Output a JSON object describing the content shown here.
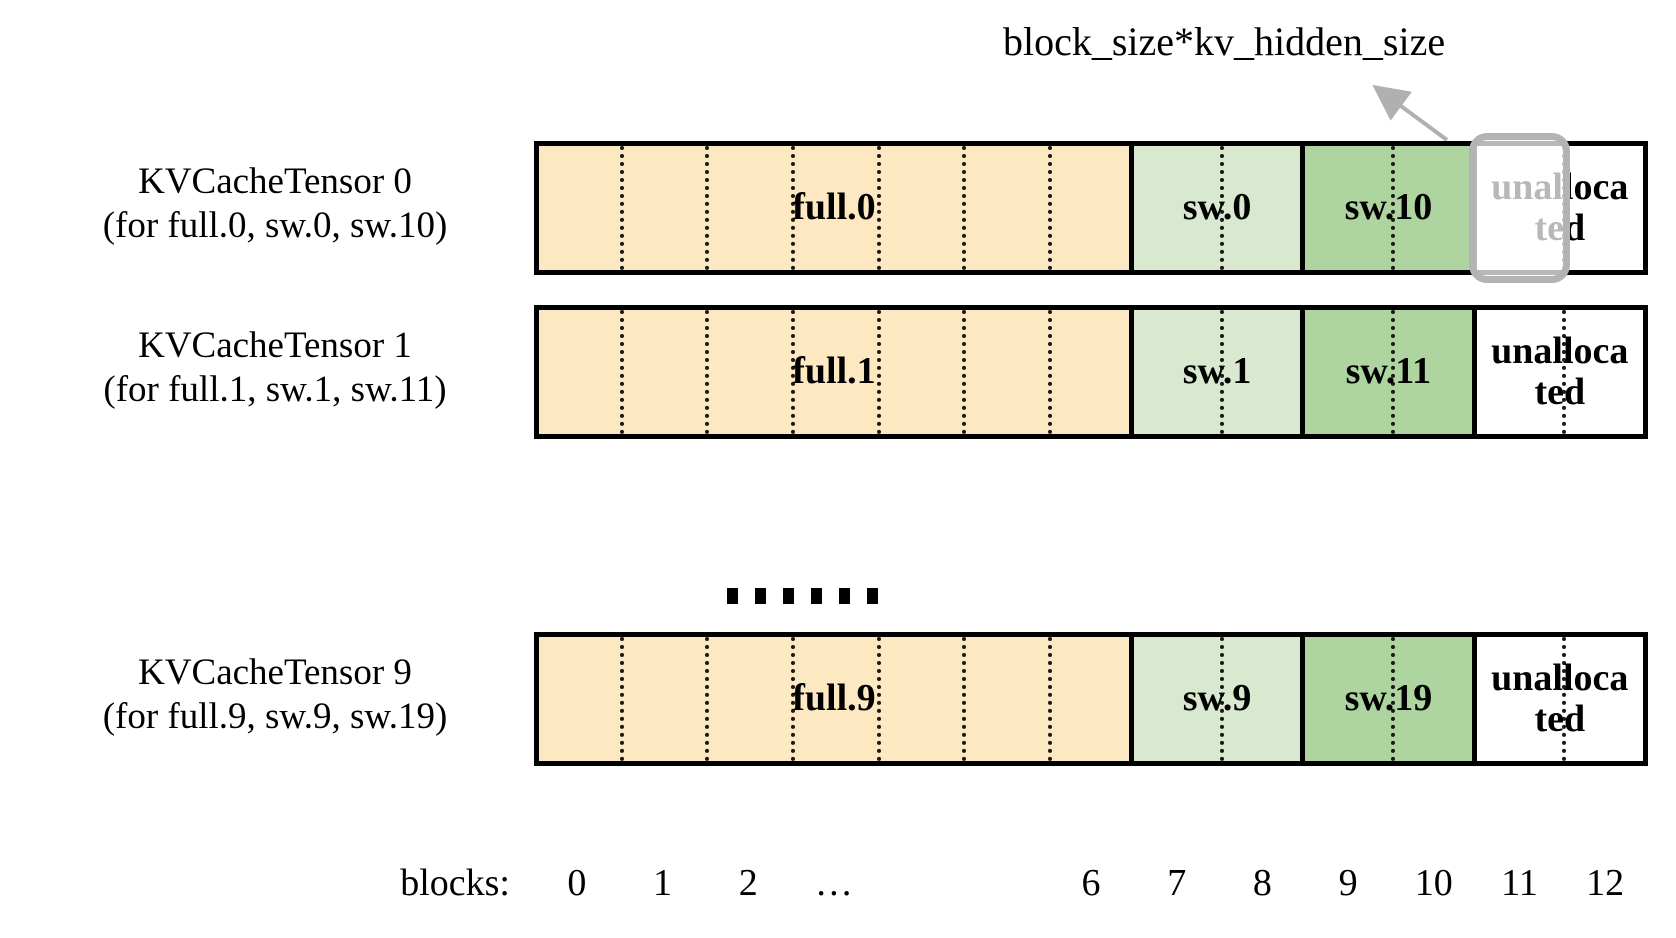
{
  "annotation": {
    "text": "block_size*kv_hidden_size",
    "arrow": "arrow-up-right"
  },
  "colors": {
    "full_fill": "#FCE9C2",
    "sw_low_fill": "#D9E9D0",
    "sw_high_fill": "#AED4A0",
    "unallocated_fill": "#FFFFFF",
    "border": "#000000",
    "divider": "#1A1A1A",
    "highlight_border": "#B3B3B3"
  },
  "rows": [
    {
      "label_line1": "KVCacheTensor 0",
      "label_line2": "(for full.0, sw.0, sw.10)",
      "segments": [
        {
          "name": "full.0",
          "blocks": 7,
          "fill": "full_fill"
        },
        {
          "name": "sw.0",
          "blocks": 2,
          "fill": "sw_low_fill"
        },
        {
          "name": "sw.10",
          "blocks": 2,
          "fill": "sw_high_fill"
        },
        {
          "name": "unalloca\nted",
          "blocks": 2,
          "fill": "unallocated_fill"
        }
      ],
      "highlight_block": 11
    },
    {
      "label_line1": "KVCacheTensor 1",
      "label_line2": "(for full.1, sw.1, sw.11)",
      "segments": [
        {
          "name": "full.1",
          "blocks": 7,
          "fill": "full_fill"
        },
        {
          "name": "sw.1",
          "blocks": 2,
          "fill": "sw_low_fill"
        },
        {
          "name": "sw.11",
          "blocks": 2,
          "fill": "sw_high_fill"
        },
        {
          "name": "unalloca\nted",
          "blocks": 2,
          "fill": "unallocated_fill"
        }
      ],
      "highlight_block": null
    },
    {
      "label_line1": "KVCacheTensor 9",
      "label_line2": "(for full.9, sw.9, sw.19)",
      "segments": [
        {
          "name": "full.9",
          "blocks": 7,
          "fill": "full_fill"
        },
        {
          "name": "sw.9",
          "blocks": 2,
          "fill": "sw_low_fill"
        },
        {
          "name": "sw.19",
          "blocks": 2,
          "fill": "sw_high_fill"
        },
        {
          "name": "unalloca\nted",
          "blocks": 2,
          "fill": "unallocated_fill"
        }
      ],
      "highlight_block": null
    }
  ],
  "vertical_ellipsis": "......",
  "axis": {
    "title": "blocks:",
    "ticks": [
      "0",
      "1",
      "2",
      "…",
      "6",
      "7",
      "8",
      "9",
      "10",
      "11",
      "12"
    ],
    "tick_block_index": [
      0,
      1,
      2,
      3,
      6,
      7,
      8,
      9,
      10,
      11,
      12
    ]
  }
}
